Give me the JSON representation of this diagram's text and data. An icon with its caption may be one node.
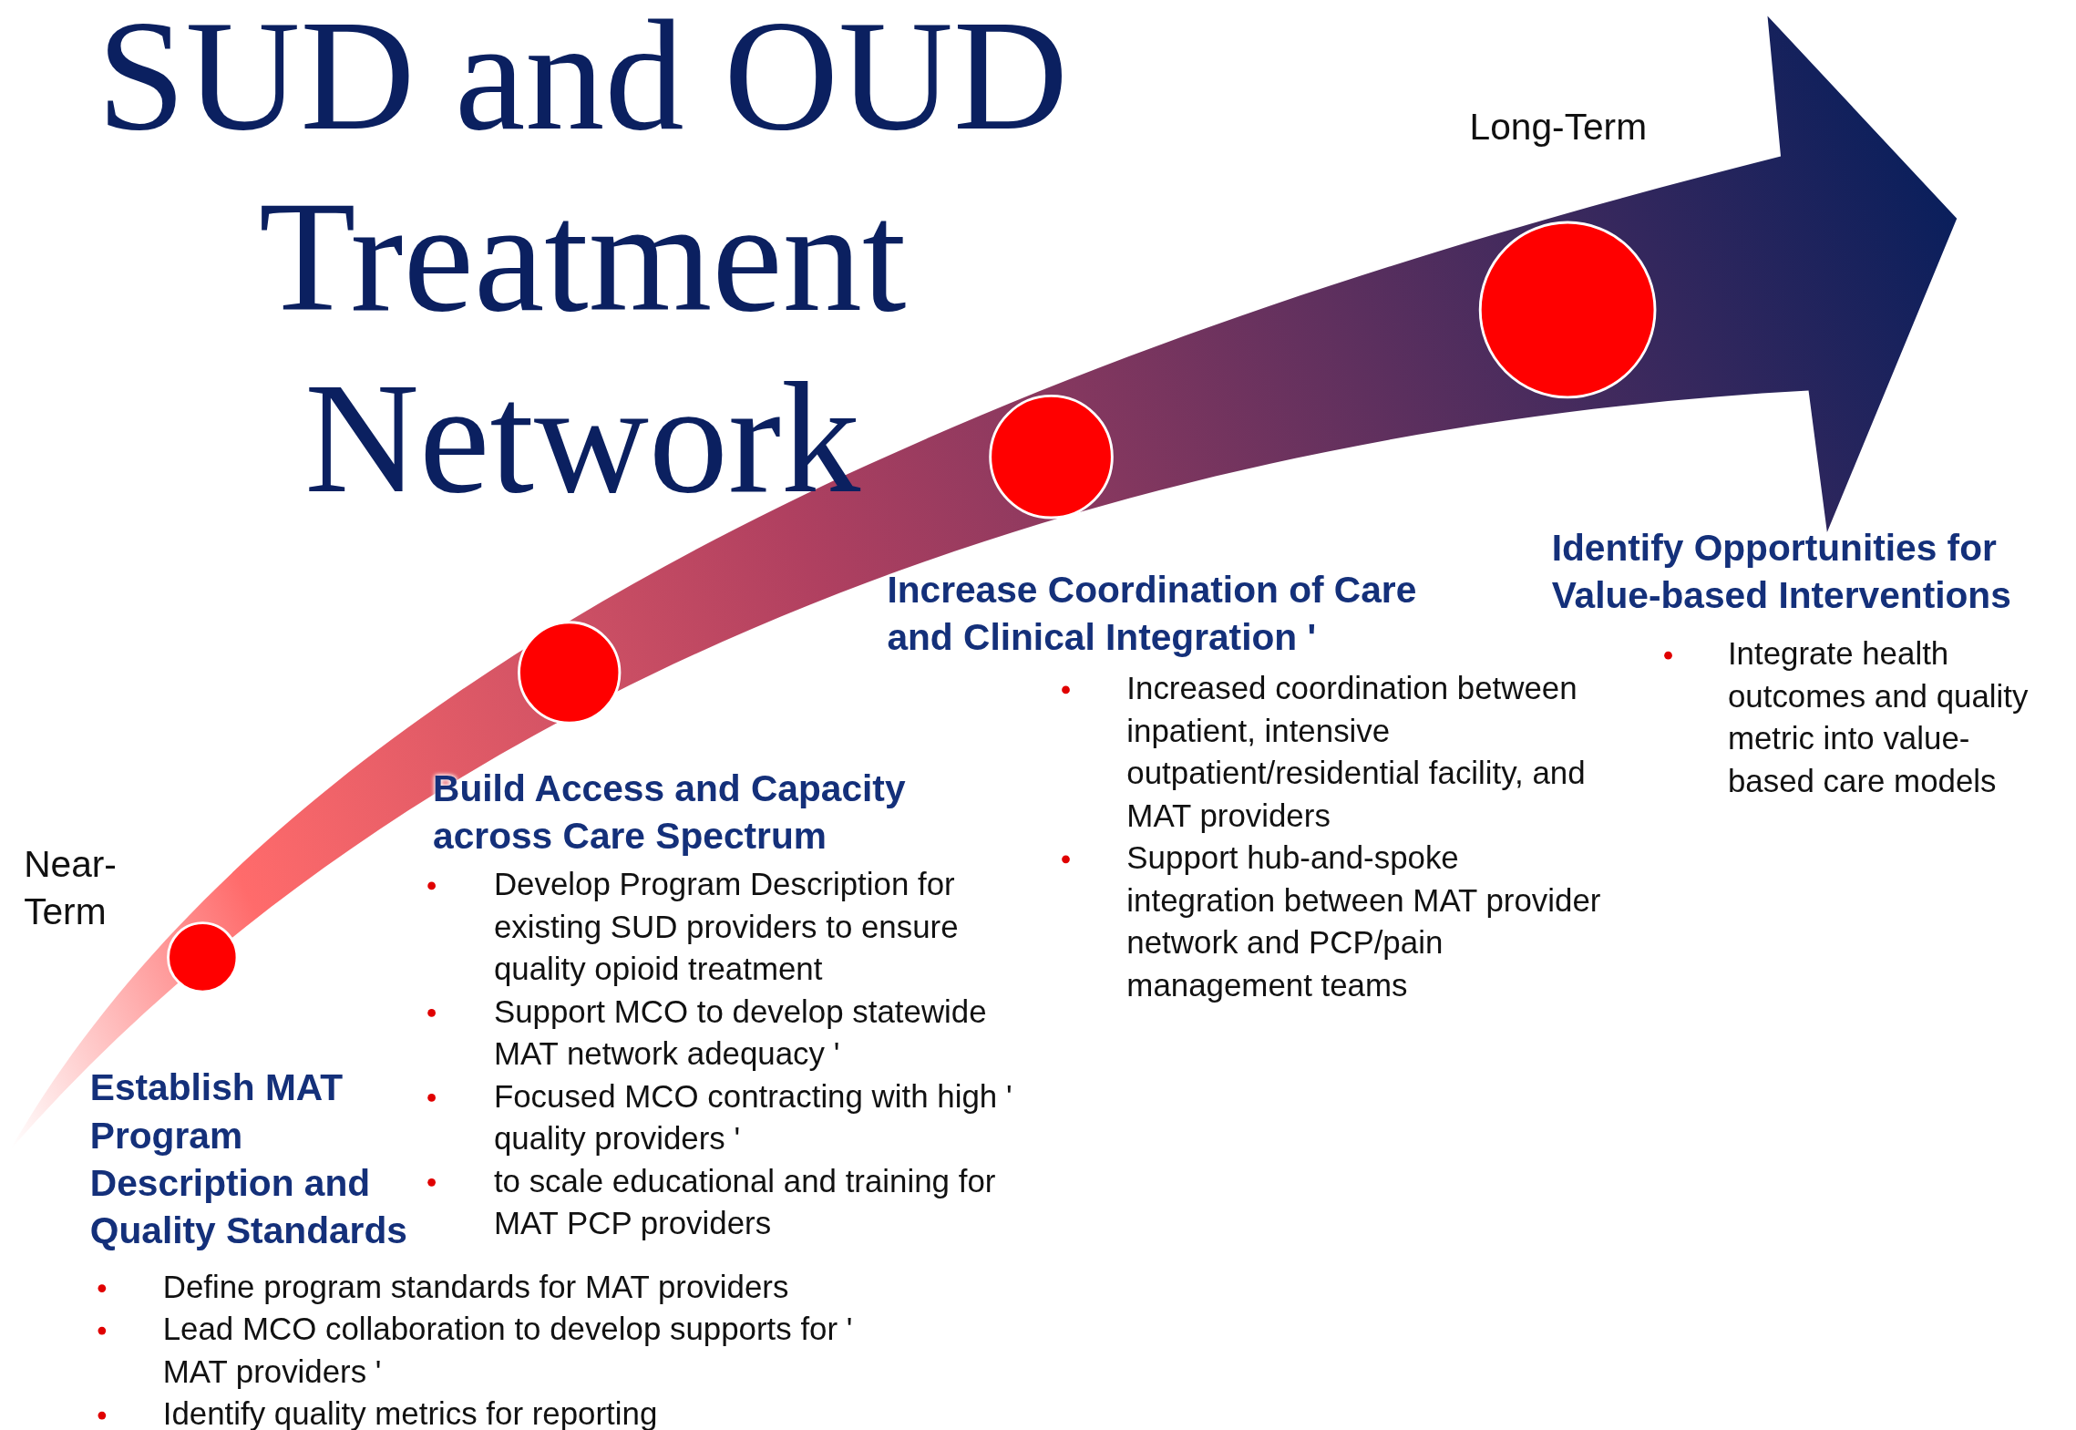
{
  "diagram": {
    "title": "SUD and OUD Treatment Network",
    "nodes": [
      {
        "text": [],
        "shape": "circle",
        "beside": [
          "Establish MAT Program Description and Quality Standards",
          "Define program standards for MAT providers",
          "Lead MCO collaboration to develop supports for ' MAT providers '",
          "Identify quality metrics for reporting"
        ]
      },
      {
        "text": [],
        "shape": "circle",
        "beside": [
          "Build Access and Capacity across Care Spectrum",
          "Develop Program Description for existing SUD providers to ensure quality opioid treatment",
          "Support MCO to develop statewide MAT network adequacy '",
          "Focused MCO contracting with high ' quality providers '",
          "to scale educational and training for MAT PCP providers"
        ]
      },
      {
        "text": [],
        "shape": "circle",
        "beside": [
          "Increase Coordination of Care and Clinical Integration '",
          "Increased coordination between inpatient, intensive outpatient/residential facility, and MAT providers",
          "Support hub-and-spoke integration between MAT provider network and PCP/pain management teams"
        ]
      },
      {
        "text": [],
        "shape": "circle",
        "beside": [
          "Identify Opportunities for Value-based Interventions",
          "Integrate health outcomes and quality metric into value-based care models"
        ]
      }
    ],
    "edges": [],
    "labels": [
      "Long-Term",
      "Near- Term"
    ]
  }
}
